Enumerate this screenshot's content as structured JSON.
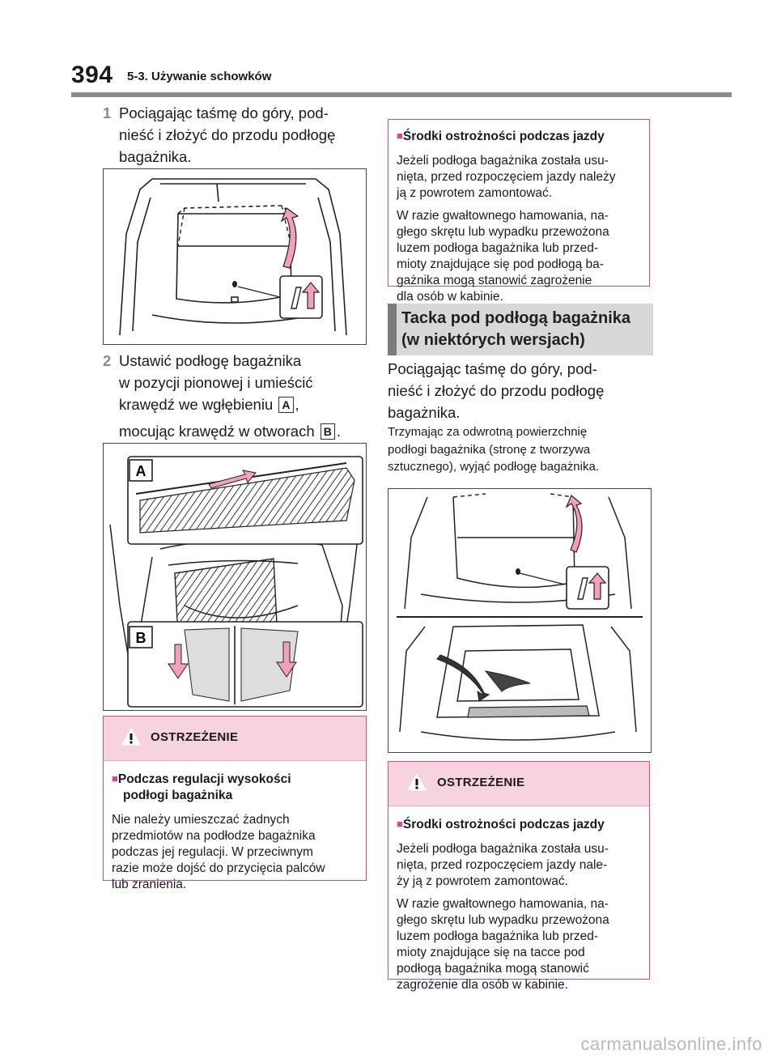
{
  "header": {
    "page_number": "394",
    "section": "5-3. Używanie schowków"
  },
  "left": {
    "step1": {
      "num": "1",
      "lines": [
        "Pociągając taśmę do góry, pod-",
        "nieść i złożyć do przodu podłogę",
        "bagażnika."
      ]
    },
    "step2": {
      "num": "2",
      "line1": "Ustawić podłogę bagażnika",
      "line2": "w pozycji pionowej i umieścić",
      "line3_a": "krawędź we wgłębieniu ",
      "line3_tag": "A",
      "line3_b": ",",
      "line4_a": "mocując krawędź w otworach ",
      "line4_tag": "B",
      "line4_b": "."
    },
    "figure2_labels": {
      "a": "A",
      "b": "B"
    },
    "warning": {
      "title": "OSTRZEŻENIE",
      "subtitle_line1": "Podczas regulacji wysokości",
      "subtitle_line2": "podłogi bagażnika",
      "text": [
        "Nie należy umieszczać żadnych",
        "przedmiotów na podłodze bagażnika",
        "podczas jej regulacji. W przeciwnym",
        "razie może dojść do przycięcia palców",
        "lub zranienia."
      ]
    }
  },
  "right": {
    "caution_top": {
      "subtitle": "Środki ostrożności podczas jazdy",
      "para1": [
        "Jeżeli podłoga bagażnika została usu-",
        "nięta, przed rozpoczęciem jazdy należy",
        "ją z powrotem zamontować."
      ],
      "para2": [
        "W razie gwałtownego hamowania, na-",
        "głego skrętu lub wypadku przewożona",
        "luzem podłoga bagażnika lub przed-",
        "mioty znajdujące się pod podłogą ba-",
        "gażnika mogą stanowić zagrożenie",
        "dla osób w kabinie."
      ]
    },
    "section": {
      "line1": "Tacka pod podłogą bagażnika",
      "line2": "(w niektórych wersjach)"
    },
    "instruction": [
      "Pociągając taśmę do góry, pod-",
      "nieść i złożyć do przodu podłogę",
      "bagażnika."
    ],
    "note": [
      "Trzymając za odwrotną powierzchnię",
      "podłogi bagażnika (stronę z tworzywa",
      "sztucznego), wyjąć podłogę bagażnika."
    ],
    "warning": {
      "title": "OSTRZEŻENIE",
      "subtitle": "Środki ostrożności podczas jazdy",
      "para1": [
        "Jeżeli podłoga bagażnika została usu-",
        "nięta, przed rozpoczęciem jazdy nale-",
        "ży ją z powrotem zamontować."
      ],
      "para2": [
        "W razie gwałtownego hamowania, na-",
        "głego skrętu lub wypadku przewożona",
        "luzem podłoga bagażnika lub przed-",
        "mioty znajdujące się na tacce pod",
        "podłogą bagażnika mogą stanowić",
        "zagrożenie dla osób w kabinie."
      ]
    }
  },
  "footer": "carmanualsonline.info",
  "icons": {
    "warning": "warning-triangle-icon",
    "bullet": "black-square-bullet-icon"
  },
  "colors": {
    "accent_pink": "#d9478c",
    "pink_header": "#f7d3df",
    "arrow_pink": "#f2a0bd",
    "section_gray": "#d8d8d8",
    "rule_gray": "#8c8c8c"
  }
}
